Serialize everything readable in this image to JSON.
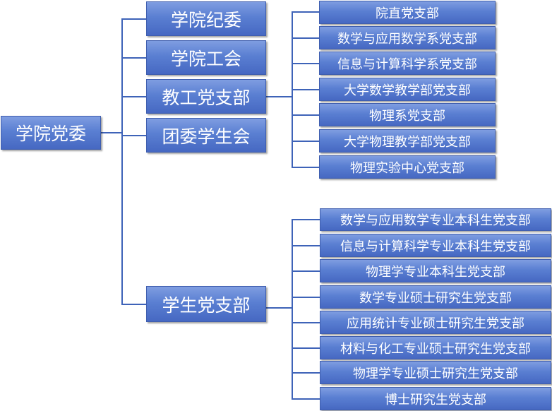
{
  "root": "学院党委",
  "level1": [
    "学院纪委",
    "学院工会",
    "教工党支部",
    "团委学生会",
    "学生党支部"
  ],
  "faculty_branches": [
    "院直党支部",
    "数学与应用数学系党支部",
    "信息与计算科学系党支部",
    "大学数学教学部党支部",
    "物理系党支部",
    "大学物理教学部党支部",
    "物理实验中心党支部"
  ],
  "student_branches": [
    "数学与应用数学专业本科生党支部",
    "信息与计算科学专业本科生党支部",
    "物理学专业本科生党支部",
    "数学专业硕士研究生党支部",
    "应用统计专业硕士研究生党支部",
    "材料与化工专业硕士研究生党支部",
    "物理学专业硕士研究生党支部",
    "博士研究生党支部"
  ]
}
